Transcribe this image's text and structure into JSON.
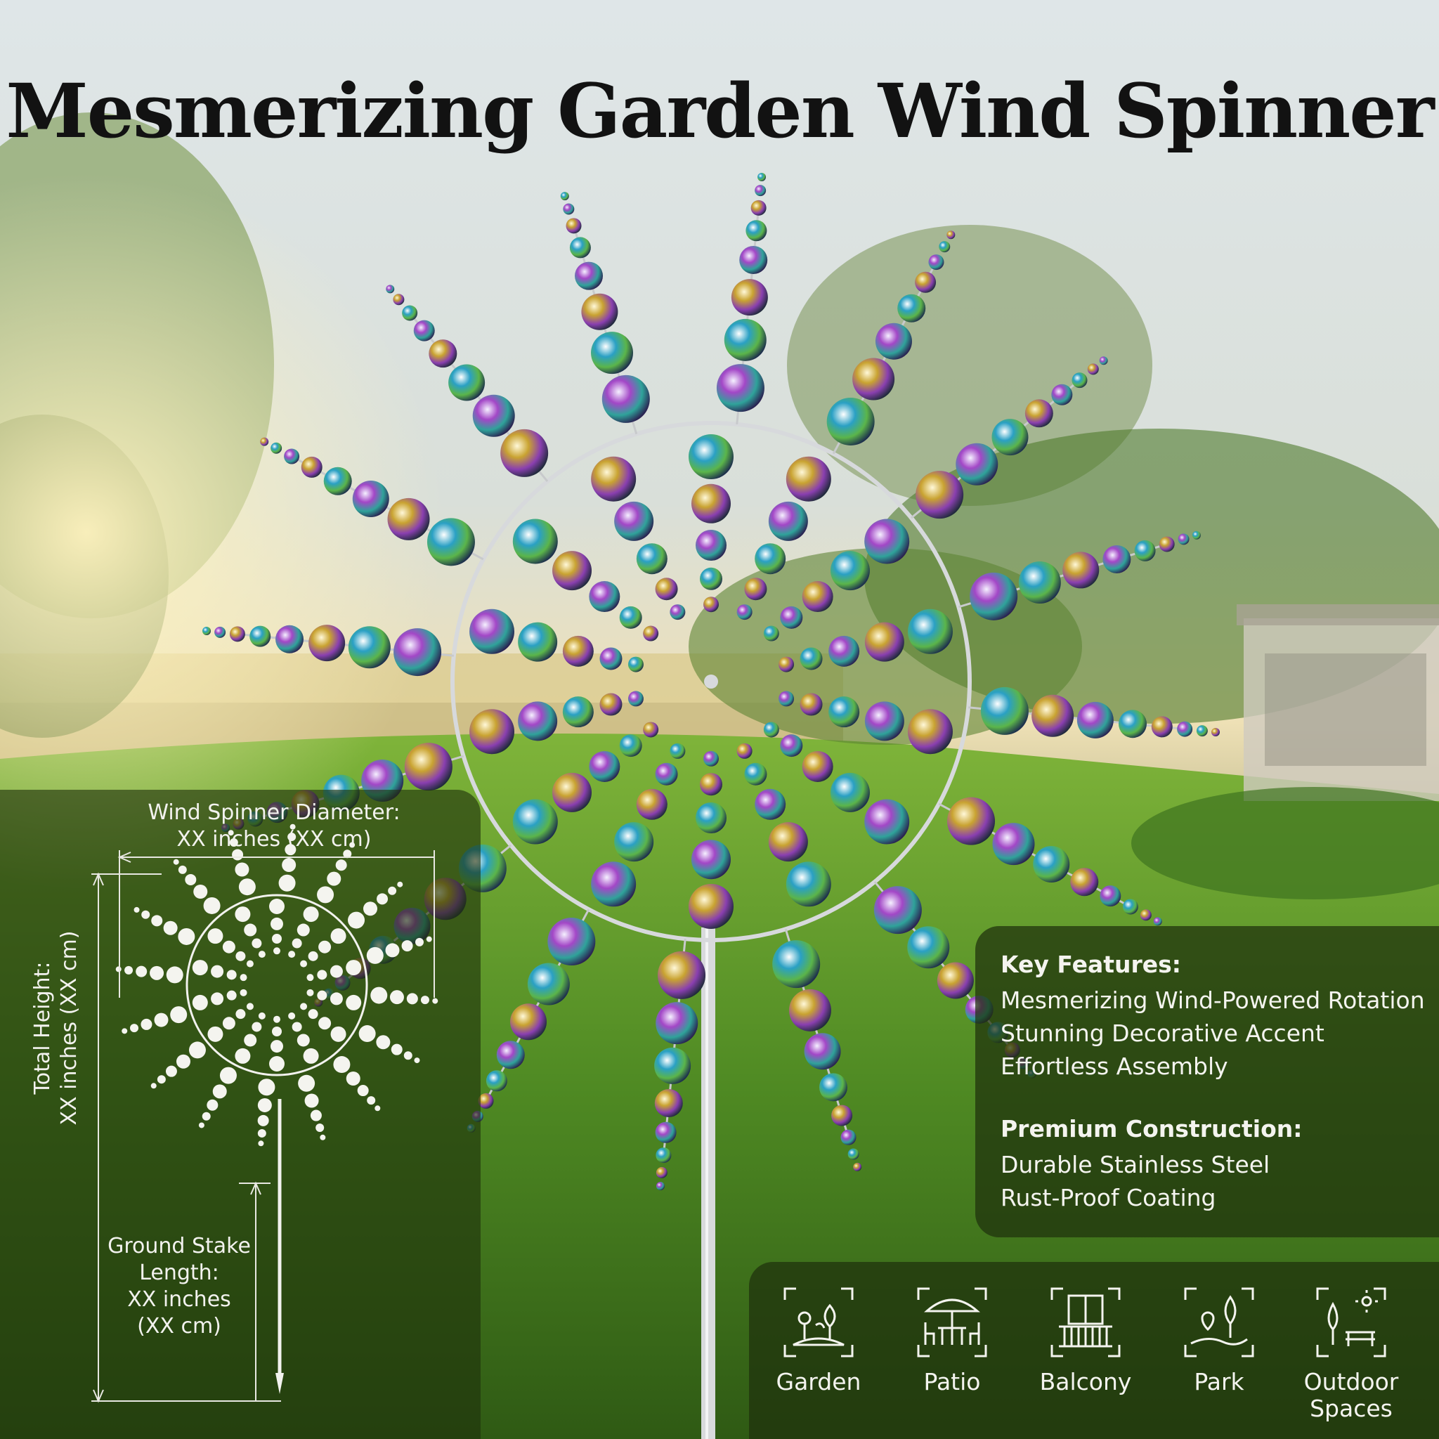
{
  "title": "Mesmerizing Garden Wind Spinner",
  "dimensions": {
    "diameter_label": "Wind Spinner Diameter:",
    "diameter_value": "XX inches (XX cm)",
    "height_label": "Total Height:",
    "height_value": "XX inches (XX cm)",
    "stake_label_1": "Ground Stake",
    "stake_label_2": "Length:",
    "stake_value_1": "XX inches",
    "stake_value_2": "(XX cm)"
  },
  "key_features": {
    "heading": "Key Features:",
    "items": [
      "Mesmerizing Wind-Powered Rotation",
      "Stunning Decorative Accent",
      "Effortless Assembly"
    ]
  },
  "construction": {
    "heading": "Premium Construction:",
    "items": [
      "Durable Stainless Steel",
      "Rust-Proof Coating"
    ]
  },
  "uses": [
    {
      "label": "Garden",
      "icon": "garden-icon"
    },
    {
      "label": "Patio",
      "icon": "patio-icon"
    },
    {
      "label": "Balcony",
      "icon": "balcony-icon"
    },
    {
      "label": "Park",
      "icon": "park-icon"
    },
    {
      "label": "Outdoor Spaces",
      "label_line1": "Outdoor",
      "label_line2": "Spaces",
      "icon": "outdoor-spaces-icon"
    }
  ],
  "colors": {
    "panel": "#1e300c",
    "text": "#f4f4ef",
    "title": "#121212"
  }
}
